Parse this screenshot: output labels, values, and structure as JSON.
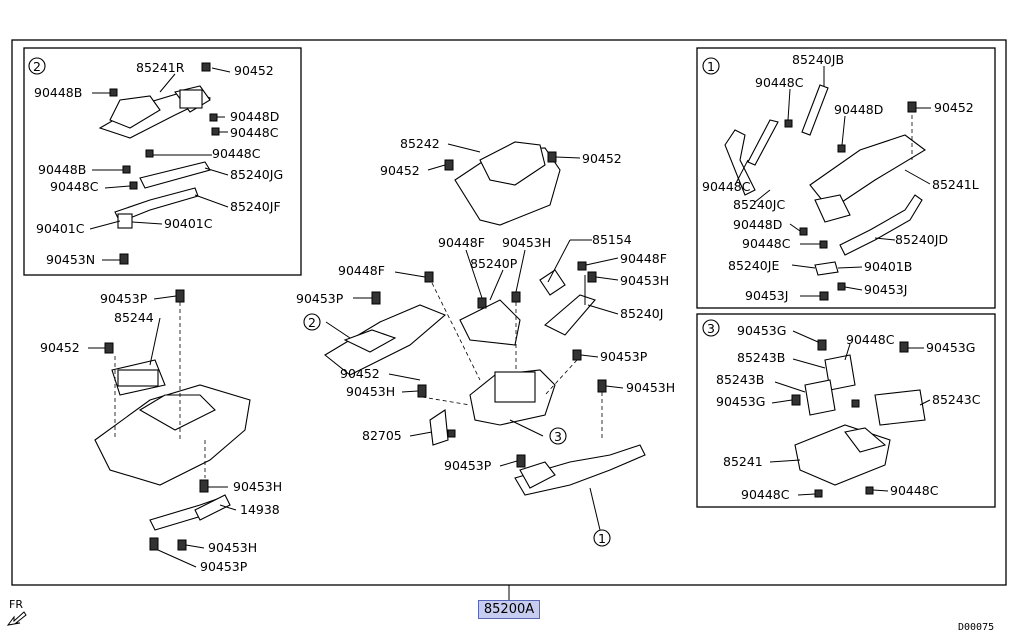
{
  "diagram": {
    "assembly_part": "85200A",
    "doc_id": "D00075",
    "fr_label": "FR",
    "group_markers": [
      "1",
      "2",
      "3"
    ],
    "inset_2": {
      "marker": "2",
      "labels": [
        "85241R",
        "90452",
        "90448B",
        "90448D",
        "90448C",
        "90448B",
        "90448C",
        "90448C",
        "85240JG",
        "85240JF",
        "90401C",
        "90401C",
        "90453N"
      ]
    },
    "inset_1": {
      "marker": "1",
      "labels": [
        "85240JB",
        "90448C",
        "90448D",
        "90452",
        "90448C",
        "85241L",
        "85240JC",
        "90448D",
        "90448C",
        "85240JD",
        "85240JE",
        "90401B",
        "90453J",
        "90453J"
      ]
    },
    "inset_3": {
      "marker": "3",
      "labels": [
        "90453G",
        "90448C",
        "90453G",
        "85243B",
        "85243B",
        "85243C",
        "90453G",
        "85241",
        "90448C",
        "90448C"
      ]
    },
    "left_group": {
      "labels": [
        "90453P",
        "85244",
        "90452",
        "90453H",
        "14938",
        "90453H",
        "90453P"
      ]
    },
    "center_group": {
      "labels": [
        "85242",
        "90452",
        "90452",
        "90448F",
        "90453H",
        "85154",
        "85240P",
        "90448F",
        "90448F",
        "90453H",
        "90453P",
        "85240J",
        "90453P",
        "90452",
        "90453H",
        "90453H",
        "82705",
        "90453P"
      ],
      "markers": [
        "2",
        "3",
        "1"
      ]
    }
  }
}
